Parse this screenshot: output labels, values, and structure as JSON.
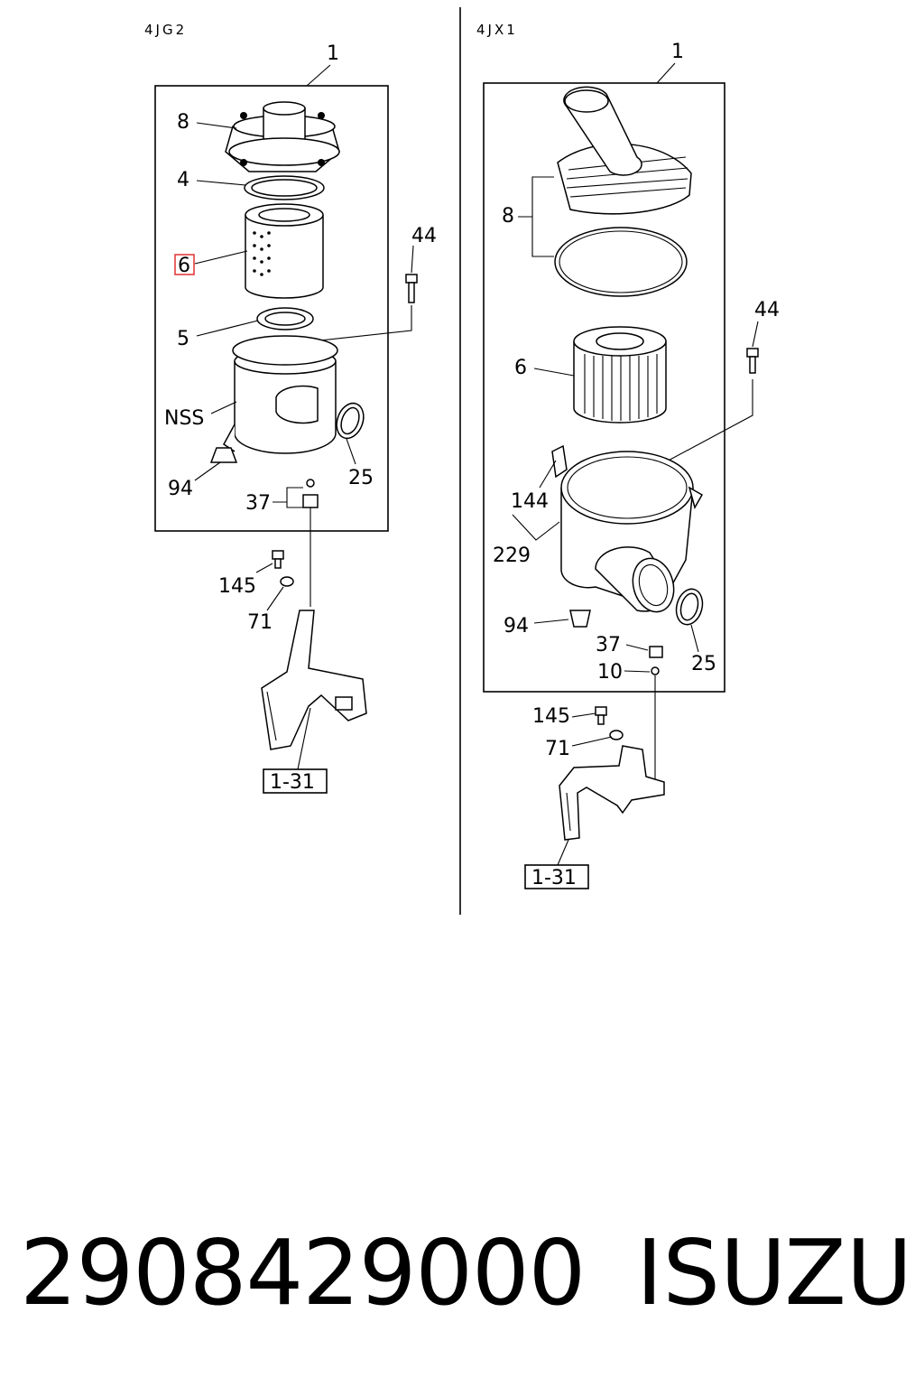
{
  "left_panel": {
    "header": "4JG2",
    "callouts": {
      "assembly": "1",
      "cover": "8",
      "gasket": "4",
      "element": "6",
      "seal_ring": "5",
      "bolt": "44",
      "body": "NSS",
      "valve": "94",
      "hose_ring": "25",
      "nut": "37",
      "bolt_bracket": "145",
      "washer": "71",
      "bracket_ref": "1-31"
    },
    "highlighted_callout": "6"
  },
  "right_panel": {
    "header": "4JX1",
    "callouts": {
      "assembly": "1",
      "cover": "8",
      "bolt": "44",
      "element": "6",
      "clip": "144",
      "body": "229",
      "valve": "94",
      "nut": "37",
      "hose_ring": "25",
      "stud": "10",
      "bolt_bracket": "145",
      "washer": "71",
      "bracket_ref": "1-31"
    }
  },
  "footer": {
    "part_number": "2908429000",
    "brand": "ISUZU"
  },
  "colors": {
    "line": "#000000",
    "highlight": "#e03030",
    "background": "#ffffff"
  }
}
